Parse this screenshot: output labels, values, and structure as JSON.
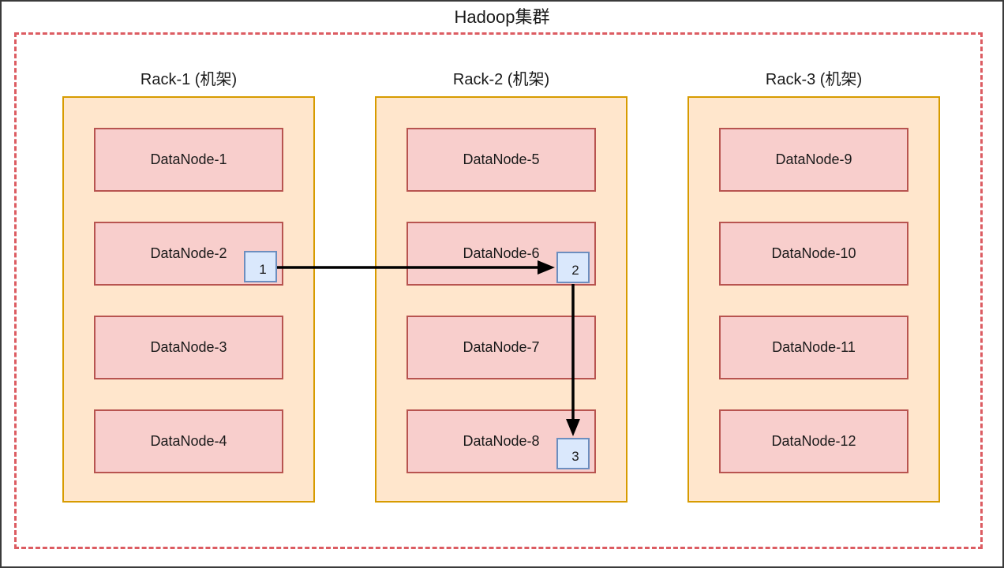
{
  "cluster": {
    "title": "Hadoop集群"
  },
  "racks": [
    {
      "title": "Rack-1 (机架)",
      "nodes": [
        "DataNode-1",
        "DataNode-2",
        "DataNode-3",
        "DataNode-4"
      ]
    },
    {
      "title": "Rack-2 (机架)",
      "nodes": [
        "DataNode-5",
        "DataNode-6",
        "DataNode-7",
        "DataNode-8"
      ]
    },
    {
      "title": "Rack-3 (机架)",
      "nodes": [
        "DataNode-9",
        "DataNode-10",
        "DataNode-11",
        "DataNode-12"
      ]
    }
  ],
  "replicas": [
    {
      "label": "1",
      "placed_on": "DataNode-2"
    },
    {
      "label": "2",
      "placed_on": "DataNode-6"
    },
    {
      "label": "3",
      "placed_on": "DataNode-8"
    }
  ],
  "colors": {
    "frame_border": "#3a3a3a",
    "cluster_border": "#dc5c62",
    "rack_fill": "#ffe6cc",
    "rack_border": "#d79b00",
    "node_fill": "#f8cecc",
    "node_border": "#b85450",
    "badge_fill": "#dae8fc",
    "badge_border": "#6c8ebf",
    "arrow": "#000000"
  }
}
